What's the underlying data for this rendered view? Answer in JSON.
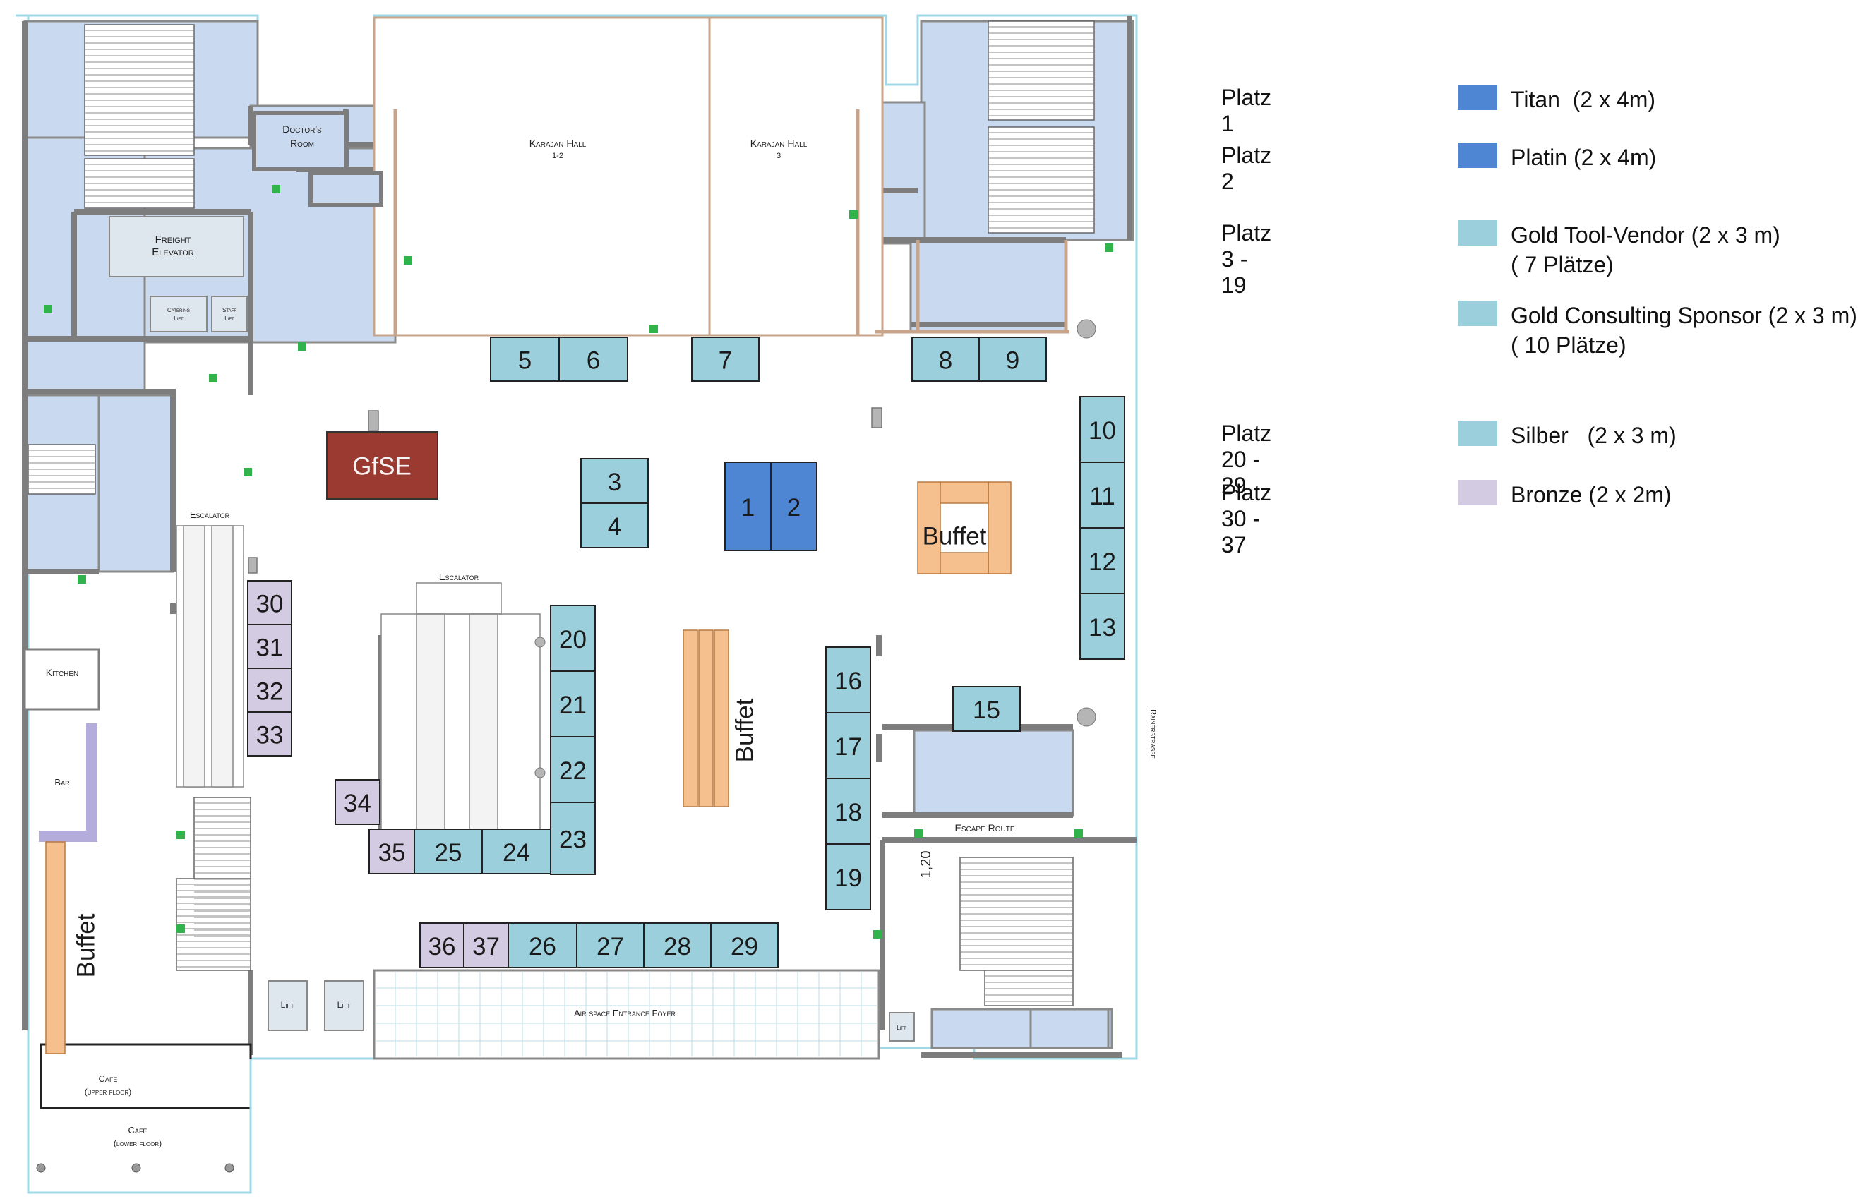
{
  "booths": [
    {
      "id": "1",
      "tier": "titan"
    },
    {
      "id": "2",
      "tier": "platin"
    },
    {
      "id": "3",
      "tier": "gold"
    },
    {
      "id": "4",
      "tier": "gold"
    },
    {
      "id": "5",
      "tier": "gold"
    },
    {
      "id": "6",
      "tier": "gold"
    },
    {
      "id": "7",
      "tier": "gold"
    },
    {
      "id": "8",
      "tier": "gold"
    },
    {
      "id": "9",
      "tier": "gold"
    },
    {
      "id": "10",
      "tier": "gold"
    },
    {
      "id": "11",
      "tier": "gold"
    },
    {
      "id": "12",
      "tier": "gold"
    },
    {
      "id": "13",
      "tier": "gold"
    },
    {
      "id": "15",
      "tier": "gold"
    },
    {
      "id": "16",
      "tier": "gold"
    },
    {
      "id": "17",
      "tier": "gold"
    },
    {
      "id": "18",
      "tier": "gold"
    },
    {
      "id": "19",
      "tier": "gold"
    },
    {
      "id": "20",
      "tier": "silber"
    },
    {
      "id": "21",
      "tier": "silber"
    },
    {
      "id": "22",
      "tier": "silber"
    },
    {
      "id": "23",
      "tier": "silber"
    },
    {
      "id": "24",
      "tier": "silber"
    },
    {
      "id": "25",
      "tier": "silber"
    },
    {
      "id": "26",
      "tier": "silber"
    },
    {
      "id": "27",
      "tier": "silber"
    },
    {
      "id": "28",
      "tier": "silber"
    },
    {
      "id": "29",
      "tier": "silber"
    },
    {
      "id": "30",
      "tier": "bronze"
    },
    {
      "id": "31",
      "tier": "bronze"
    },
    {
      "id": "32",
      "tier": "bronze"
    },
    {
      "id": "33",
      "tier": "bronze"
    },
    {
      "id": "34",
      "tier": "bronze"
    },
    {
      "id": "35",
      "tier": "bronze"
    },
    {
      "id": "36",
      "tier": "bronze"
    },
    {
      "id": "37",
      "tier": "bronze"
    }
  ],
  "labels": {
    "gfse": "GfSE",
    "buffet": "Buffet",
    "karajan_12": "Karajan Hall",
    "karajan_12_sub": "1-2",
    "karajan_3": "Karajan Hall",
    "karajan_3_sub": "3",
    "doctors_room_1": "Doctor's",
    "doctors_room_2": "Room",
    "freight_1": "Freight",
    "freight_2": "Elevator",
    "catering_lift_1": "Catering",
    "catering_lift_2": "Lift",
    "staff_lift_1": "Staff",
    "staff_lift_2": "Lift",
    "escalator": "Escalator",
    "kitchen": "Kitchen",
    "bar": "Bar",
    "cafe_upper_1": "Cafe",
    "cafe_upper_2": "(upper floor)",
    "cafe_lower_1": "Cafe",
    "cafe_lower_2": "(lower floor)",
    "lift": "Lift",
    "airspace": "Air space Entrance Foyer",
    "escape_route": "Escape Route",
    "dimension": "1,20",
    "street": "Rainerstrasse"
  },
  "legend": [
    {
      "place": "Platz 1",
      "name": "Titan  (2 x 4m)",
      "color": "#4f86d3"
    },
    {
      "place": "Platz 2",
      "name": "Platin (2 x 4m)",
      "color": "#4f86d3"
    },
    {
      "place": "Platz 3 - 19",
      "name": "Gold Tool-Vendor (2 x 3 m)\n( 7 Plätze)",
      "color": "#9bcfdc"
    },
    {
      "place": "",
      "name": "Gold Consulting Sponsor (2 x 3 m)\n( 10 Plätze)",
      "color": "#9bcfdc"
    },
    {
      "place": "Platz 20 - 29",
      "name": "Silber   (2 x 3 m)",
      "color": "#9bcfdc"
    },
    {
      "place": "Platz 30 - 37",
      "name": "Bronze (2 x 2m)",
      "color": "#d3cbe2"
    }
  ],
  "colors": {
    "titan": "#4f86d3",
    "platin": "#4f86d3",
    "gold": "#9bcfdc",
    "silber": "#9bcfdc",
    "bronze": "#d3cbe2",
    "gfse": "#9b3a30",
    "room": "#c9d9ef",
    "buffet": "#f5c08e",
    "wall": "#7d7d7d",
    "exit": "#2fb34a"
  }
}
